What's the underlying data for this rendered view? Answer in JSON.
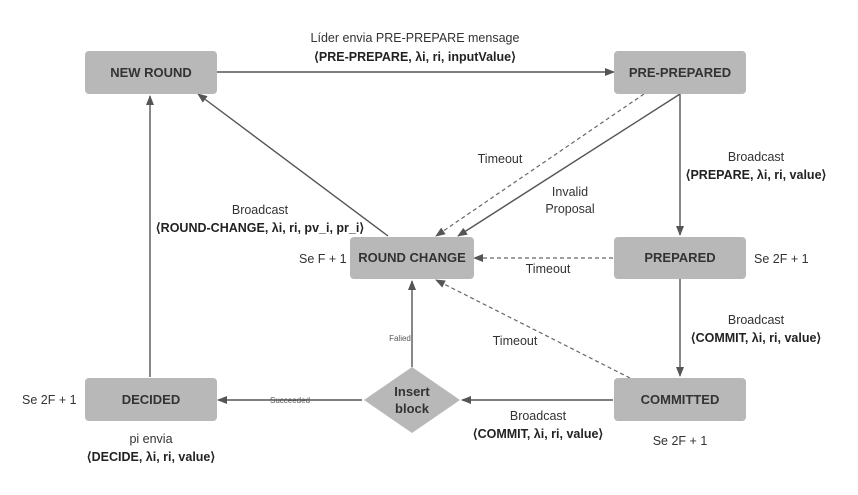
{
  "nodes": {
    "new_round": "NEW ROUND",
    "pre_prepared": "PRE-PREPARED",
    "prepared": "PREPARED",
    "round_change": "ROUND CHANGE",
    "committed": "COMMITTED",
    "decided": "DECIDED",
    "insert_block": [
      "Insert",
      "block"
    ]
  },
  "conditions": {
    "round_change": "Se F + 1",
    "prepared": "Se 2F + 1",
    "decided": "Se 2F + 1",
    "committed": "Se 2F + 1"
  },
  "edges": {
    "new_round_to_pre_prepared": [
      "Líder envia PRE-PREPARE mensage",
      "⟨PRE-PREPARE, λi, ri, inputValue⟩"
    ],
    "pre_prepared_to_prepared": [
      "Broadcast",
      "⟨PREPARE, λi, ri, value⟩"
    ],
    "round_change_to_new_round": [
      "Broadcast",
      "⟨ROUND-CHANGE, λi, ri, pv_i, pr_i⟩"
    ],
    "prepared_to_committed": [
      "Broadcast",
      "⟨COMMIT, λi, ri, value⟩"
    ],
    "committed_to_insert_block": [
      "Broadcast",
      "⟨COMMIT, λi, ri, value⟩"
    ],
    "decided_broadcast": [
      "pi envia",
      "⟨DECIDE, λi, ri, value⟩"
    ],
    "pre_prepared_timeout": "Timeout",
    "pre_prepared_invalid": [
      "Invalid",
      "Proposal"
    ],
    "prepared_timeout": "Timeout",
    "committed_timeout": "Timeout",
    "insert_failed": "Falied",
    "insert_succeeded": "Succeeded"
  },
  "colors": {
    "node_fill": "#b8b8b8",
    "edge": "#555555",
    "background": "#ffffff"
  }
}
